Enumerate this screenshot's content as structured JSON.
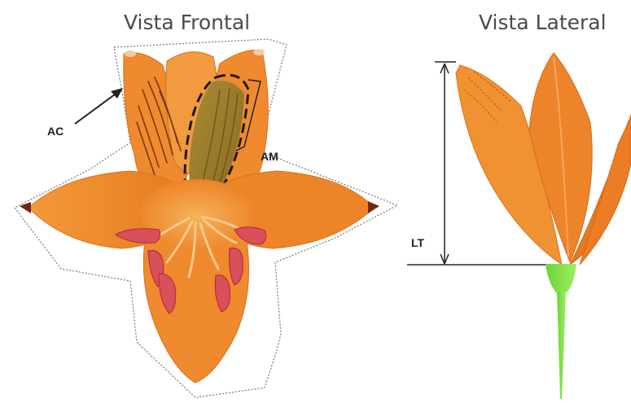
{
  "titles": {
    "front": "Vista Frontal",
    "side": "Vista Lateral"
  },
  "labels": {
    "ac": "AC",
    "am": "AM",
    "lt": "LT"
  },
  "colors": {
    "petal": "#f08a2a",
    "petal_dark": "#d96d18",
    "petal_light": "#f7a64a",
    "tip": "#a0401c",
    "nectar_guide": "#7a3a10",
    "stamen": "#d9505a",
    "stamen_dark": "#b8323e",
    "olive_region": "#9b7d2a",
    "stem": "#7ede45",
    "outline_dotted": "#666666",
    "measure_line": "#222222"
  }
}
